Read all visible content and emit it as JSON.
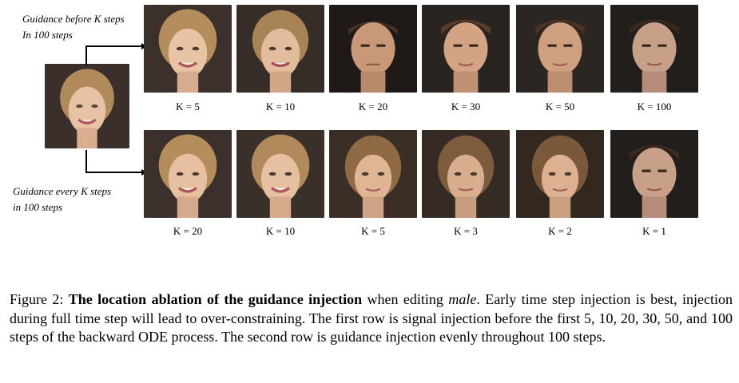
{
  "row1": {
    "label_line1": "Guidance before K steps",
    "label_line2": "In 100 steps",
    "k_labels": [
      "K = 5",
      "K = 10",
      "K = 20",
      "K = 30",
      "K = 50",
      "K = 100"
    ]
  },
  "row2": {
    "label_line1": "Guidance  every K steps",
    "label_line2": "in 100 steps",
    "k_labels": [
      "K = 20",
      "K = 10",
      "K = 5",
      "K = 3",
      "K = 2",
      "K = 1"
    ]
  },
  "caption": {
    "prefix": "Figure 2: ",
    "bold": "The location ablation of the guidance injection",
    "mid": " when editing ",
    "italic": "male",
    "rest": ". Early time step injection is best, injection during full time step will lead to over-constraining. The first row is signal injection before the first 5, 10, 20, 30, 50, and 100 steps of the backward ODE process. The second row is guidance injection evenly throughout 100 steps."
  }
}
